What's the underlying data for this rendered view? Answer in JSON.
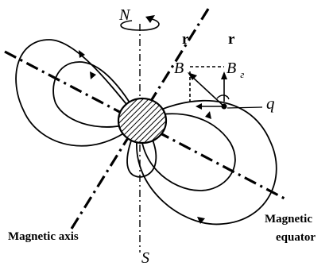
{
  "labels": {
    "north_pole": "N",
    "south_pole": "S",
    "magnetic_axis": "Magnetic axis",
    "magnetic_equator_line1": "Magnetic",
    "magnetic_equator_line2": "equator",
    "charge": "q",
    "field_vector_symbol": "r",
    "field_symbol": "B",
    "field_component_symbol": "B",
    "field_component_subscript": "г"
  },
  "colors": {
    "ink": "#000000",
    "background": "#ffffff"
  }
}
